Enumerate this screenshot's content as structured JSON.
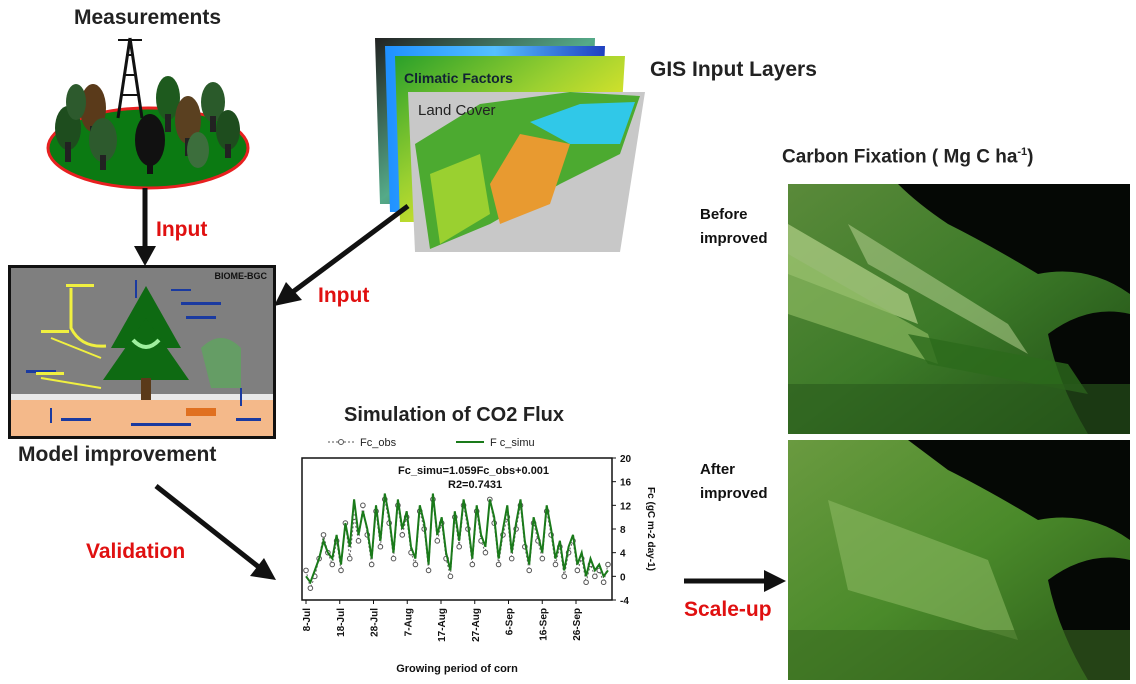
{
  "titles": {
    "measurements": "Measurements",
    "gis_input_layers": "GIS Input Layers",
    "carbon_fixation_prefix": "Carbon Fixation ( Mg C ha",
    "carbon_fixation_sup": "-1",
    "carbon_fixation_suffix": ")",
    "model_improvement": "Model improvement",
    "simulation_title": "Simulation of CO2 Flux"
  },
  "arrows": {
    "input_1": "Input",
    "input_2": "Input",
    "validation": "Validation",
    "scale_up": "Scale-up"
  },
  "gis_layers": {
    "climatic_factors": "Climatic Factors",
    "land_cover": "Land Cover"
  },
  "model_box": {
    "label": "BIOME-BGC"
  },
  "map_labels": {
    "before_1": "Before",
    "before_2": "improved",
    "after_1": "After",
    "after_2": "improved"
  },
  "chart_data": {
    "type": "line",
    "title": "Simulation of CO2 Flux",
    "xlabel": "Growing period of corn",
    "ylabel": "Fc (gC m-2 day-1)",
    "ylim": [
      -4,
      20
    ],
    "yticks": [
      "-4",
      "0",
      "4",
      "8",
      "12",
      "16",
      "20"
    ],
    "xticks": [
      "8-Jul",
      "18-Jul",
      "28-Jul",
      "7-Aug",
      "17-Aug",
      "27-Aug",
      "6-Sep",
      "16-Sep",
      "26-Sep"
    ],
    "legend": [
      "Fc_obs",
      "F c_simu"
    ],
    "annotation_1": "Fc_simu=1.059Fc_obs+0.001",
    "annotation_2": "R2=0.7431",
    "series": [
      {
        "name": "Fc_obs",
        "values": [
          1,
          -2,
          0,
          3,
          7,
          4,
          2,
          6,
          1,
          9,
          3,
          10,
          6,
          12,
          7,
          2,
          11,
          5,
          13,
          9,
          3,
          12,
          7,
          10,
          4,
          2,
          11,
          8,
          1,
          13,
          6,
          9,
          3,
          0,
          10,
          5,
          12,
          8,
          2,
          11,
          6,
          4,
          13,
          9,
          2,
          7,
          10,
          3,
          8,
          12,
          5,
          1,
          9,
          6,
          3,
          11,
          7,
          2,
          5,
          0,
          4,
          6,
          1,
          3,
          -1,
          2,
          0,
          1,
          -1,
          2
        ]
      },
      {
        "name": "F c_simu",
        "values": [
          0,
          -1,
          1,
          3,
          6,
          4,
          3,
          7,
          2,
          9,
          5,
          13,
          7,
          11,
          8,
          3,
          12,
          6,
          14,
          10,
          4,
          13,
          8,
          11,
          5,
          3,
          12,
          9,
          2,
          14,
          7,
          10,
          4,
          1,
          11,
          6,
          13,
          9,
          3,
          12,
          7,
          5,
          13,
          10,
          3,
          8,
          12,
          4,
          9,
          13,
          6,
          2,
          10,
          7,
          4,
          12,
          8,
          3,
          6,
          1,
          5,
          7,
          2,
          4,
          0,
          3,
          1,
          2,
          0,
          1
        ]
      }
    ]
  },
  "colors": {
    "red_label": "#e01010",
    "simu_line": "#1a7a1a",
    "model_bg": "#7f7f7f",
    "soil": "#f4b98a"
  }
}
